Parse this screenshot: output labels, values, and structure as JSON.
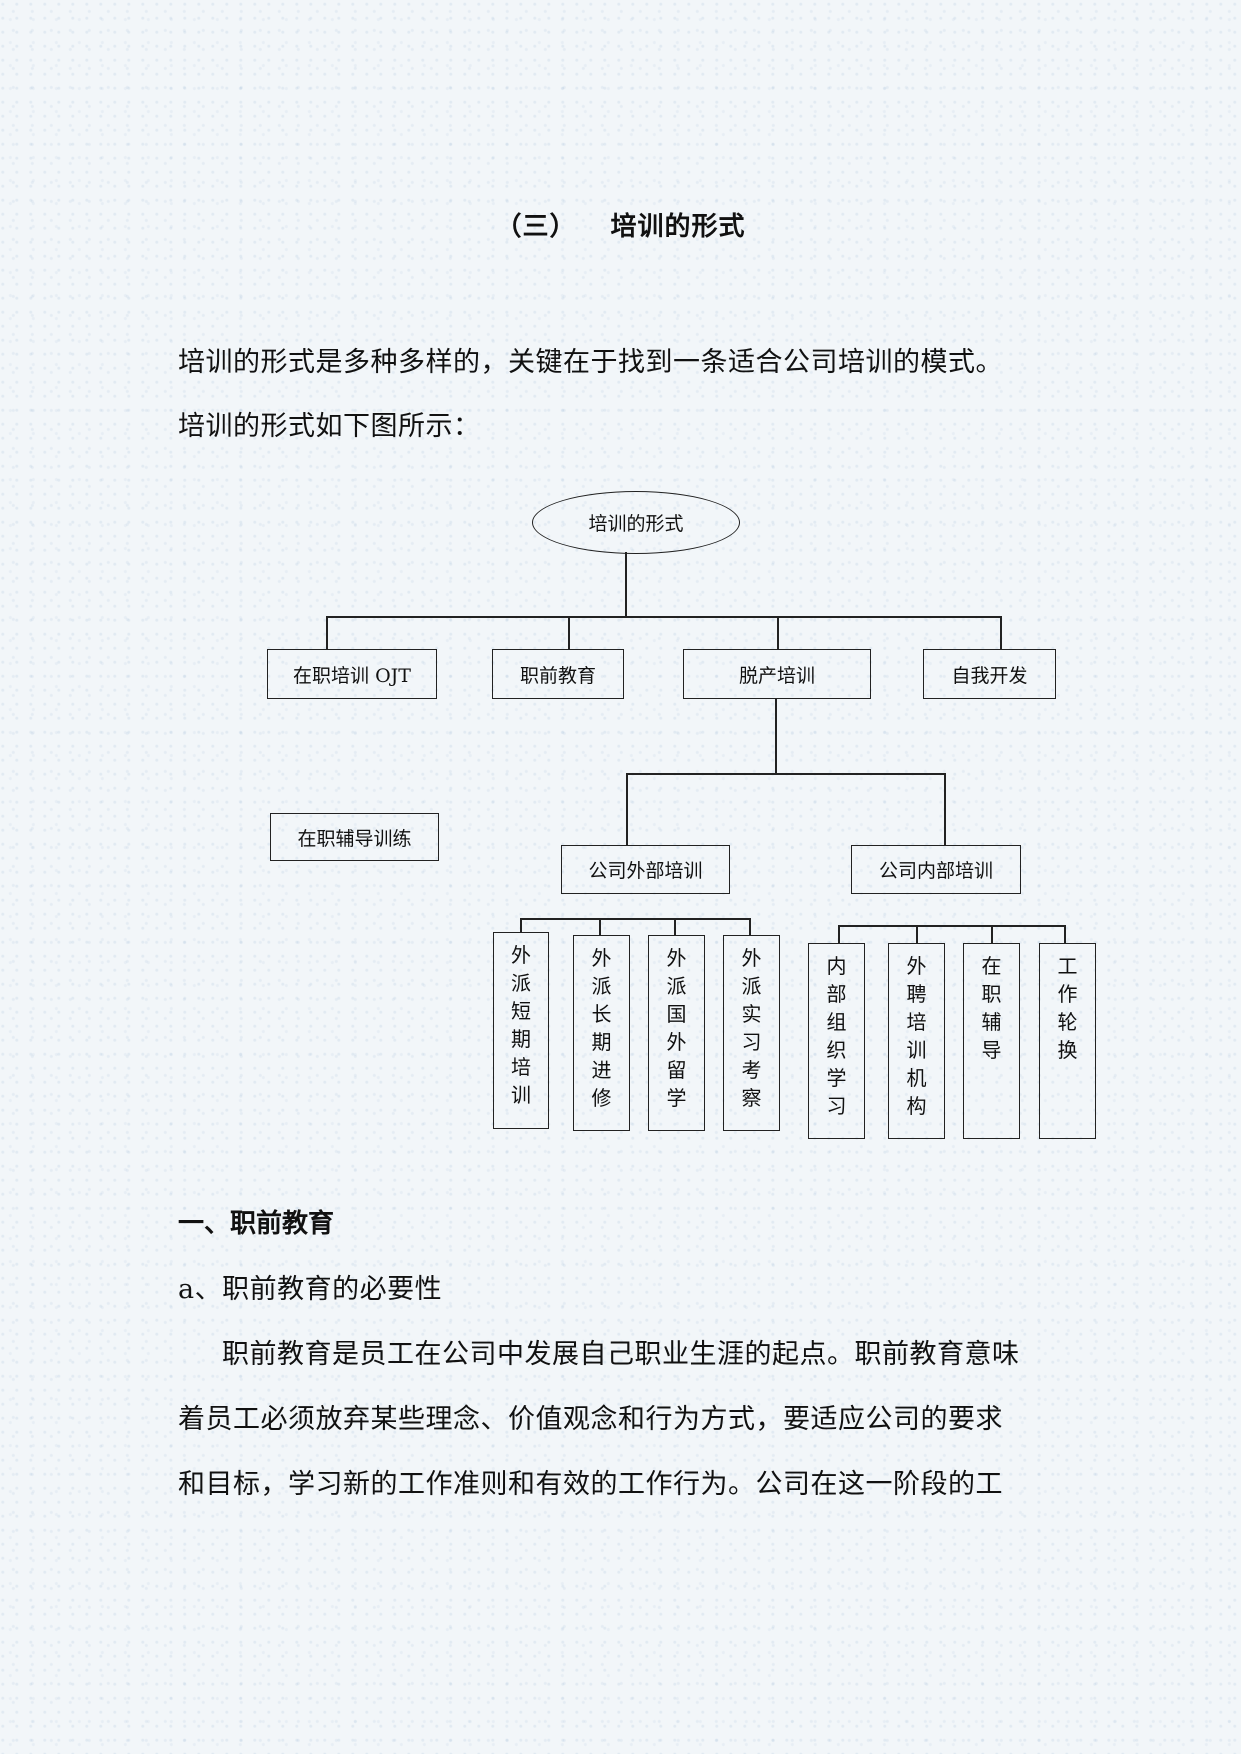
{
  "section_title": {
    "number": "（三）",
    "text": "培训的形式"
  },
  "intro": {
    "line1": "培训的形式是多种多样的，关键在于找到一条适合公司培训的模式。",
    "line2": "培训的形式如下图所示："
  },
  "diagram": {
    "root": "培训的形式",
    "level1": [
      "在职培训 OJT",
      "职前教育",
      "脱产培训",
      "自我开发"
    ],
    "standalone": "在职辅导训练",
    "level2": [
      "公司外部培训",
      "公司内部培训"
    ],
    "external": [
      "外派短期培训",
      "外派长期进修",
      "外派国外留学",
      "外派实习考察"
    ],
    "internal": [
      "内部组织学习",
      "外聘培训机构",
      "在职辅导",
      "工作轮换"
    ]
  },
  "section1": {
    "heading": "一、职前教育",
    "subheading": "a、职前教育的必要性",
    "para_line1": "职前教育是员工在公司中发展自己职业生涯的起点。职前教育意味",
    "para_line2": "着员工必须放弃某些理念、价值观念和行为方式，要适应公司的要求",
    "para_line3": "和目标，学习新的工作准则和有效的工作行为。公司在这一阶段的工"
  }
}
